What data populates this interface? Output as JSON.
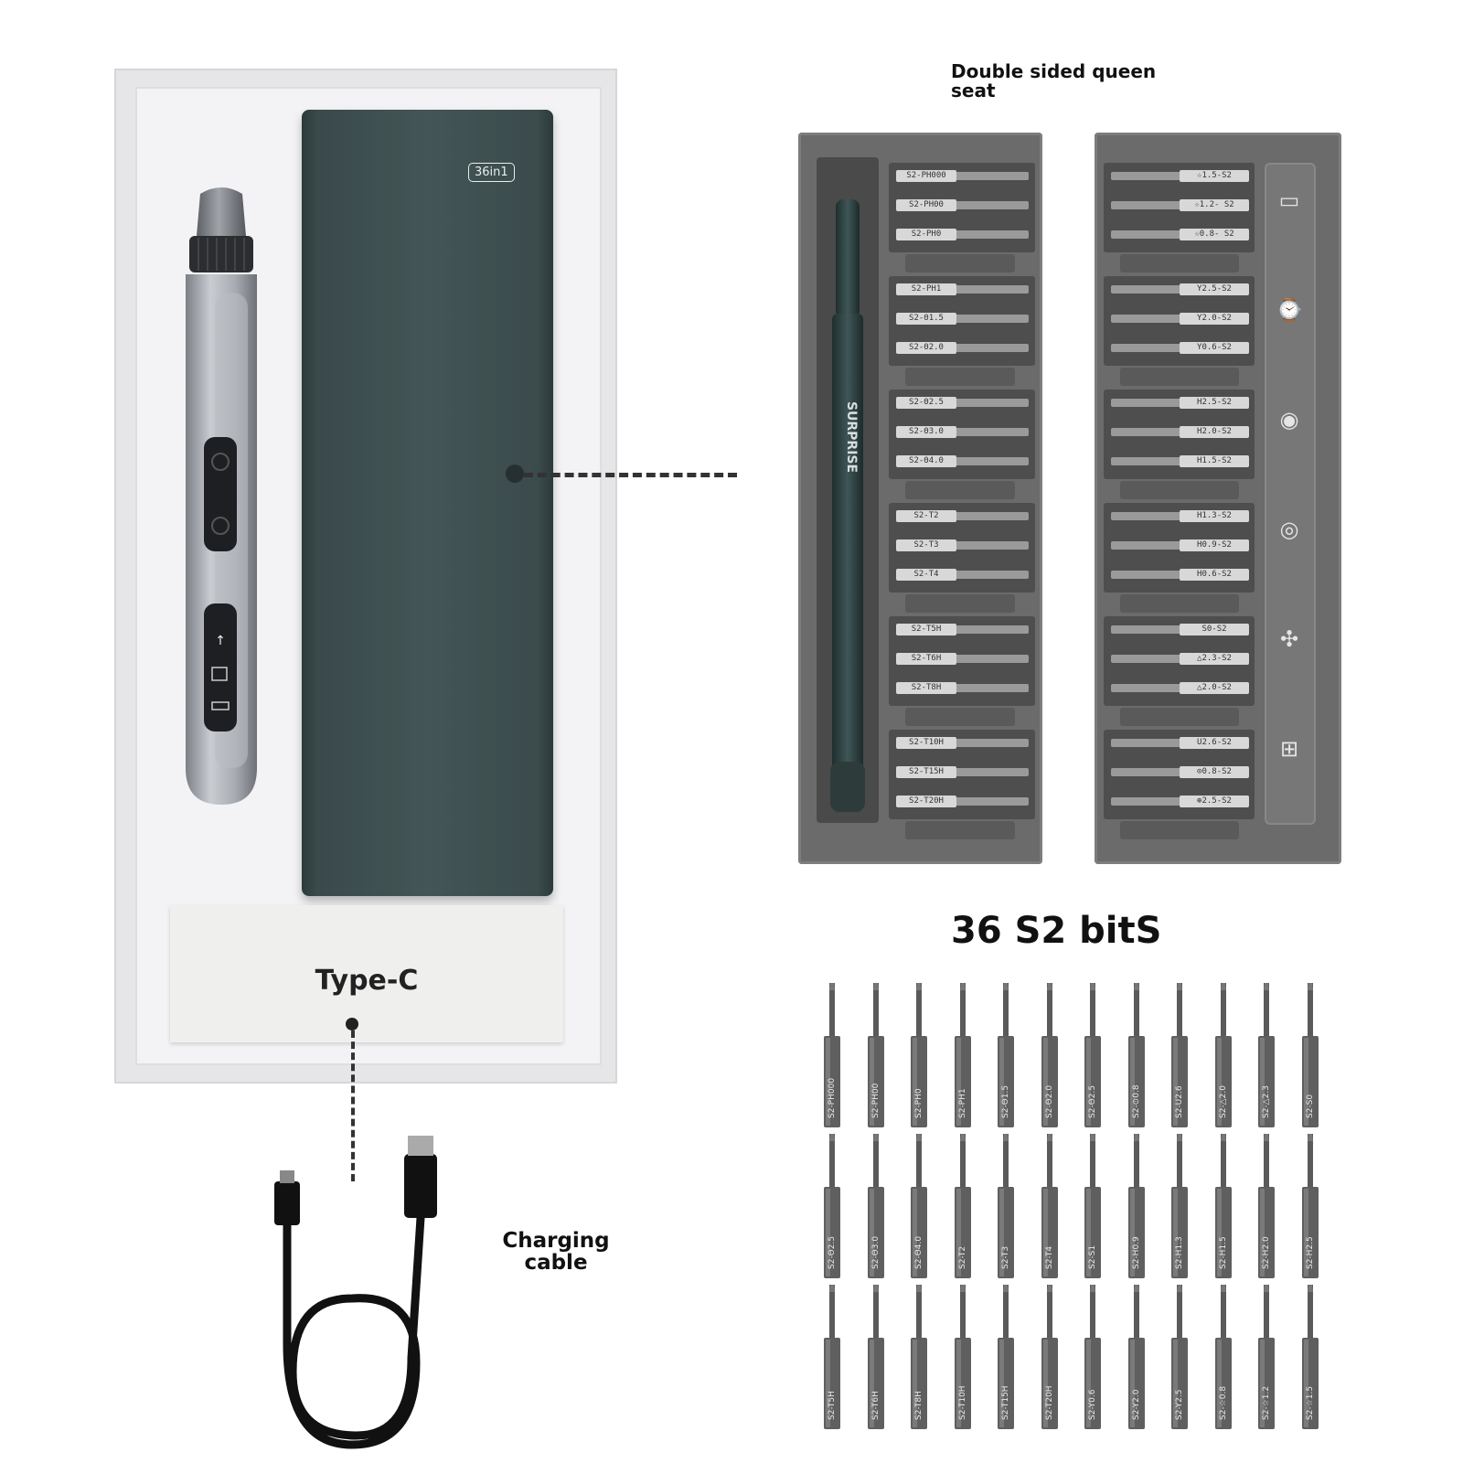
{
  "box": {
    "lid_badge": "36in1",
    "card_label": "Type-C"
  },
  "tray": {
    "title": "Double sided queen seat",
    "left_tags": [
      "S2-PH000",
      "S2-PH00",
      "S2-PH0",
      "S2-PH1",
      "S2-Θ1.5",
      "S2-Θ2.0",
      "S2-Θ2.5",
      "S2-Θ3.0",
      "S2-Θ4.0",
      "S2-T2",
      "S2-T3",
      "S2-T4",
      "S2-T5H",
      "S2-T6H",
      "S2-T8H",
      "S2-T10H",
      "S2-T15H",
      "S2-T20H"
    ],
    "right_tags": [
      "☆1.5-S2",
      "☆1.2- S2",
      "☆0.8- S2",
      "Y2.5-S2",
      "Y2.0-S2",
      "Y0.6-S2",
      "H2.5-S2",
      "H2.0-S2",
      "H1.5-S2",
      "H1.3-S2",
      "H0.9-S2",
      "H0.6-S2",
      "S0-S2",
      "△2.3-S2",
      "△2.0-S2",
      "U2.6-S2",
      "⊙0.8-S2",
      "⊕2.5-S2"
    ],
    "pen_brand": "SURPRISE",
    "strip_icons": [
      "devices-icon",
      "watch-icon",
      "camera-icon",
      "glasses-icon",
      "drone-icon",
      "gamepad-icon"
    ]
  },
  "bits": {
    "title": "36 S2 bitS",
    "row1": [
      "S2-PH000",
      "S2-PH00",
      "S2-PH0",
      "S2-PH1",
      "S2-Θ1.5",
      "S2-Θ2.0",
      "S2-Θ2.5",
      "S2-⊙0.8",
      "S2-U2.6",
      "S2-△2.0",
      "S2-△2.3",
      "S2-S0"
    ],
    "row2": [
      "S2-Θ2.5",
      "S2-Θ3.0",
      "S2-Θ4.0",
      "S2-T2",
      "S2-T3",
      "S2-T4",
      "S2-S1",
      "S2-H0.9",
      "S2-H1.3",
      "S2-H1.5",
      "S2-H2.0",
      "S2-H2.5"
    ],
    "row3": [
      "S2-T5H",
      "S2-T6H",
      "S2-T8H",
      "S2-T10H",
      "S2-T15H",
      "S2-T20H",
      "S2-Y0.6",
      "S2-Y2.0",
      "S2-Y2.5",
      "S2-☆0.8",
      "S2-☆1.2",
      "S2-☆1.5"
    ]
  },
  "cable": {
    "label": "Charging cable"
  },
  "colors": {
    "lid": "#3f5050",
    "tray": "#6b6b6b",
    "pen": "#9ea3a8"
  }
}
